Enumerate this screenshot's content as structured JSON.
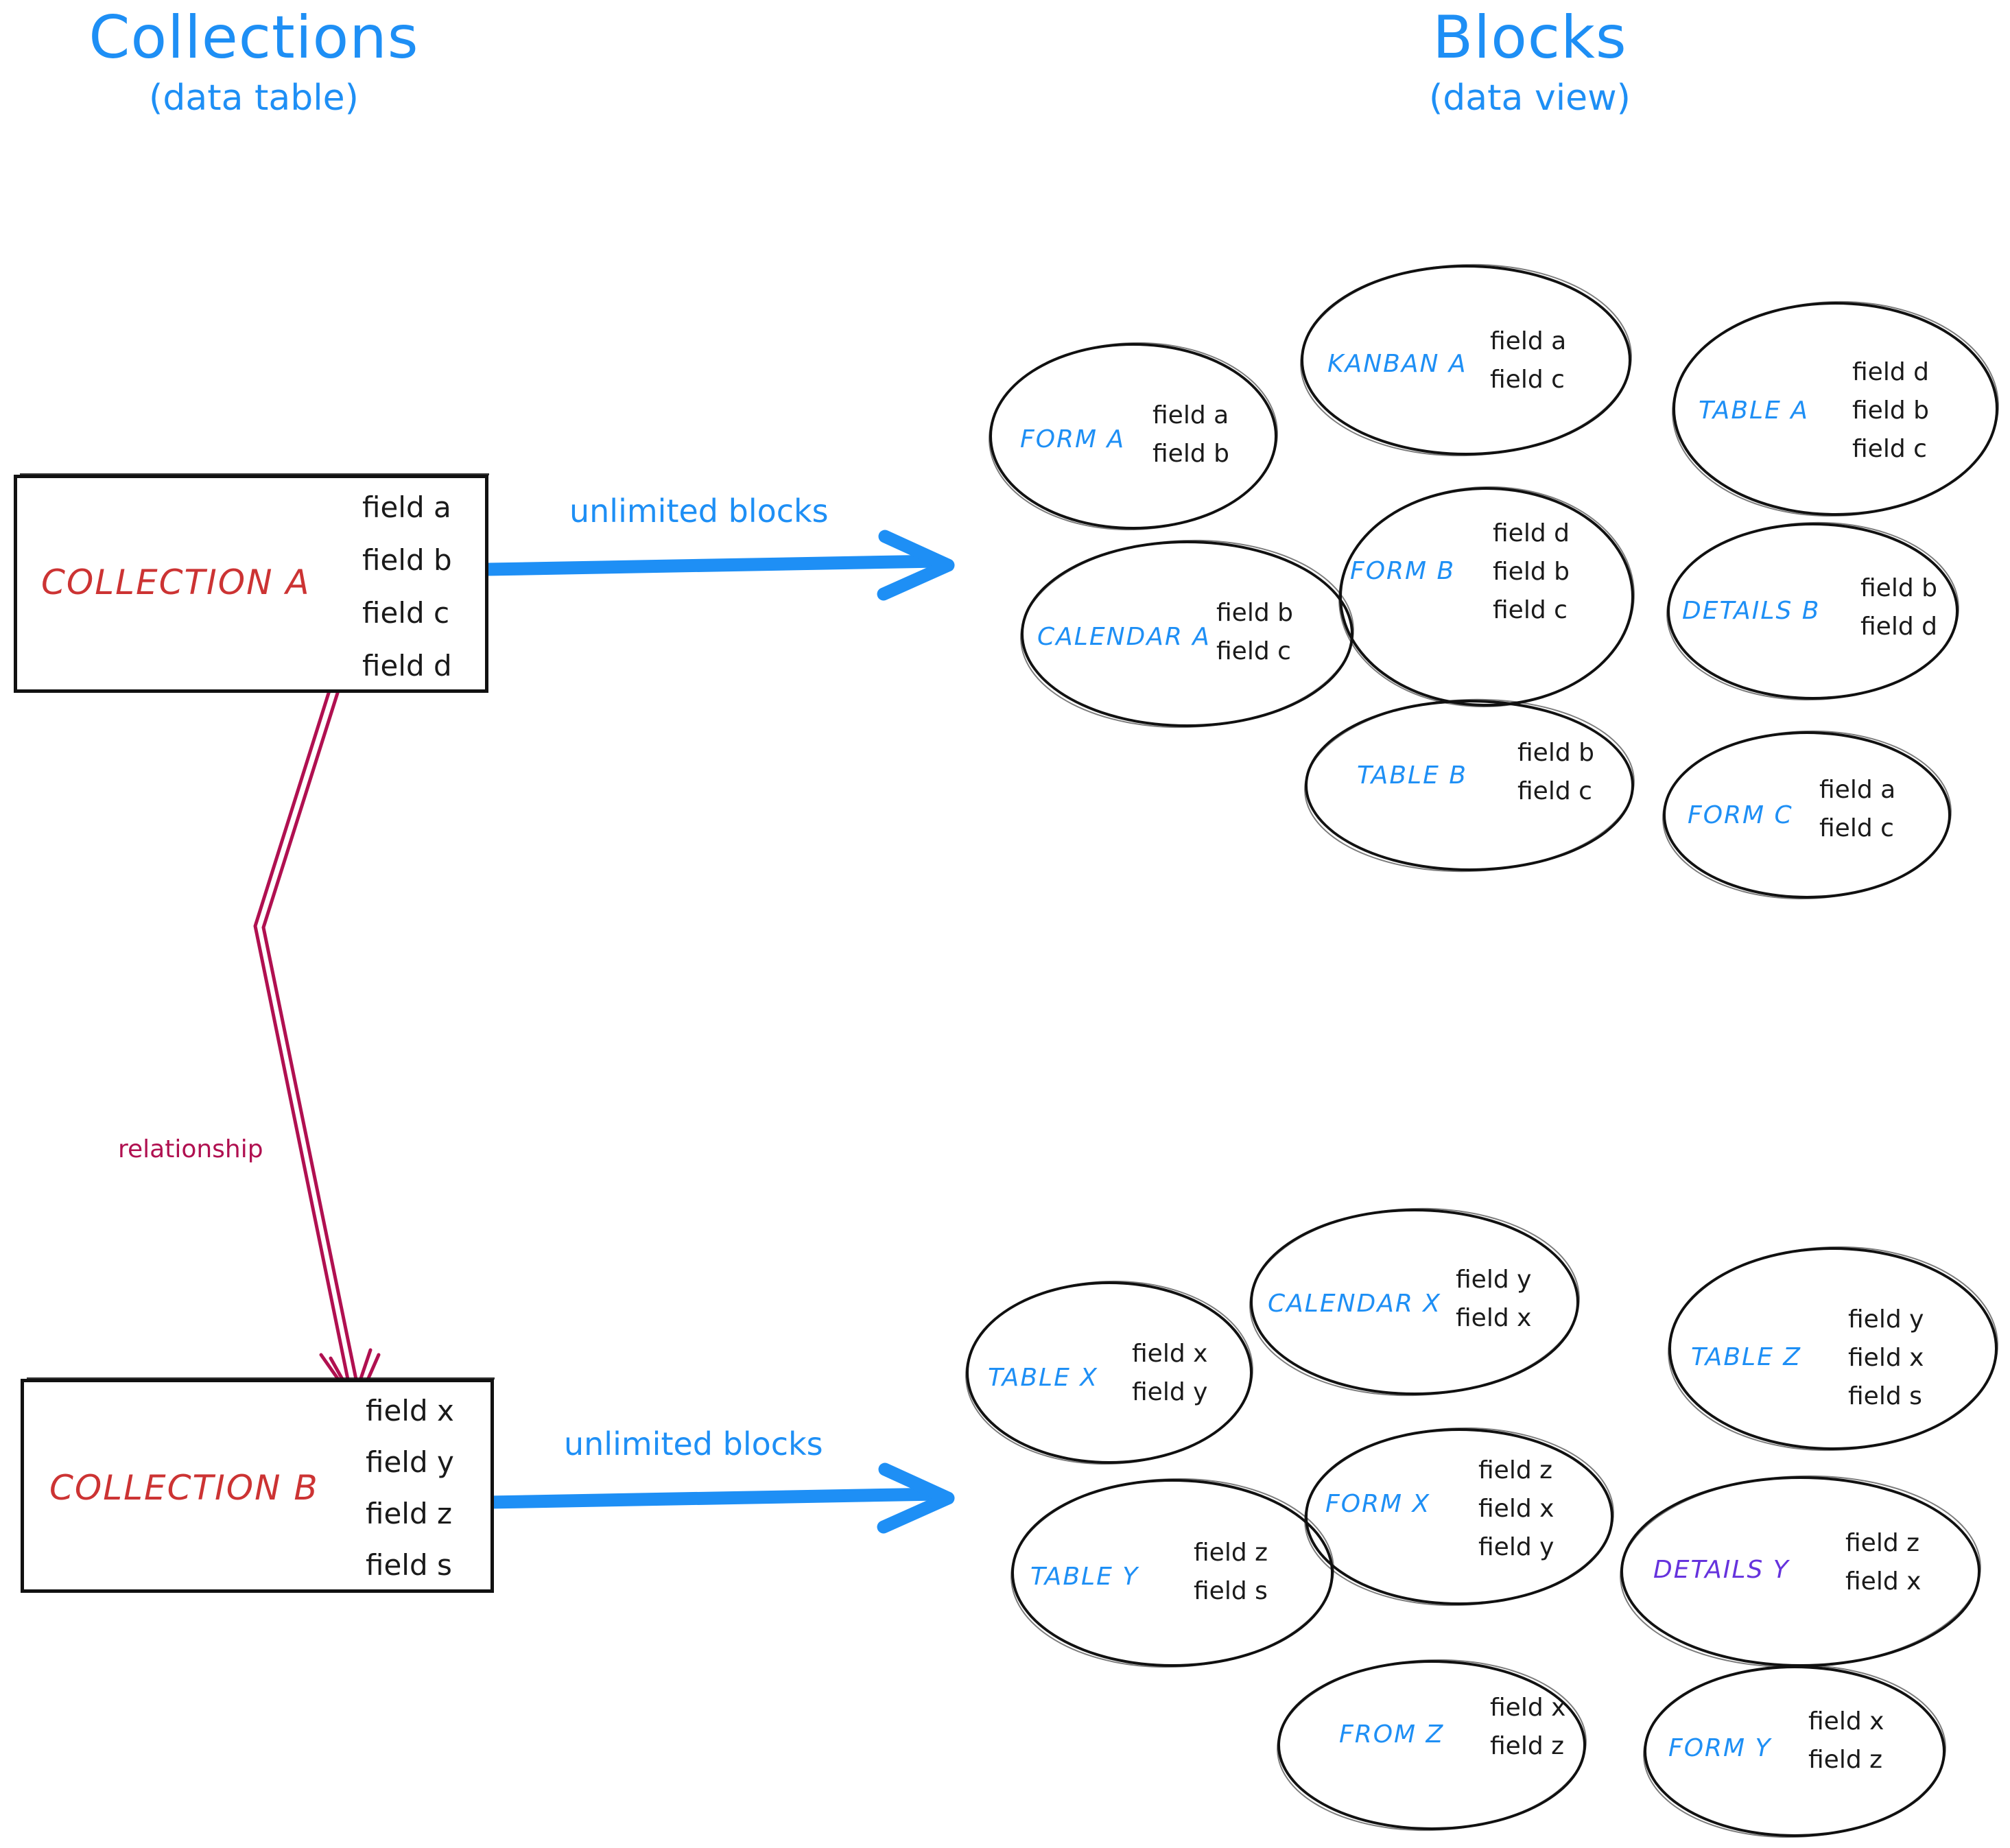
{
  "headings": {
    "left": {
      "title": "Collections",
      "subtitle": "(data table)"
    },
    "right": {
      "title": "Blocks",
      "subtitle": "(data view)"
    }
  },
  "colors": {
    "accent_blue": "#1E8FF5",
    "collection_red": "#CC3333",
    "relationship_crimson": "#B01050",
    "details_y_purple": "#6633DD",
    "ink_black": "#111111"
  },
  "collections": [
    {
      "name": "COLLECTION A",
      "fields": [
        "field a",
        "field b",
        "field c",
        "field d"
      ],
      "arrow_label": "unlimited blocks"
    },
    {
      "name": "COLLECTION B",
      "fields": [
        "field x",
        "field y",
        "field z",
        "field s"
      ],
      "arrow_label": "unlimited blocks"
    }
  ],
  "relationship": {
    "label": "relationship"
  },
  "blocks_top": [
    {
      "name": "FORM A",
      "fields": [
        "field a",
        "field b"
      ],
      "color": "#1E8FF5"
    },
    {
      "name": "KANBAN A",
      "fields": [
        "field a",
        "field c"
      ],
      "color": "#1E8FF5"
    },
    {
      "name": "TABLE A",
      "fields": [
        "field d",
        "field b",
        "field c"
      ],
      "color": "#1E8FF5"
    },
    {
      "name": "CALENDAR A",
      "fields": [
        "field b",
        "field c"
      ],
      "color": "#1E8FF5"
    },
    {
      "name": "FORM B",
      "fields": [
        "field d",
        "field b",
        "field c"
      ],
      "color": "#1E8FF5"
    },
    {
      "name": "DETAILS B",
      "fields": [
        "field b",
        "field d"
      ],
      "color": "#1E8FF5"
    },
    {
      "name": "TABLE B",
      "fields": [
        "field b",
        "field c"
      ],
      "color": "#1E8FF5"
    },
    {
      "name": "FORM C",
      "fields": [
        "field a",
        "field c"
      ],
      "color": "#1E8FF5"
    }
  ],
  "blocks_bottom": [
    {
      "name": "TABLE X",
      "fields": [
        "field x",
        "field y"
      ],
      "color": "#1E8FF5"
    },
    {
      "name": "CALENDAR X",
      "fields": [
        "field y",
        "field x"
      ],
      "color": "#1E8FF5"
    },
    {
      "name": "TABLE Z",
      "fields": [
        "field y",
        "field x",
        "field s"
      ],
      "color": "#1E8FF5"
    },
    {
      "name": "TABLE Y",
      "fields": [
        "field z",
        "field s"
      ],
      "color": "#1E8FF5"
    },
    {
      "name": "FORM X",
      "fields": [
        "field z",
        "field x",
        "field y"
      ],
      "color": "#1E8FF5"
    },
    {
      "name": "DETAILS Y",
      "fields": [
        "field z",
        "field x"
      ],
      "color": "#6633DD"
    },
    {
      "name": "FROM Z",
      "fields": [
        "field x",
        "field z"
      ],
      "color": "#1E8FF5"
    },
    {
      "name": "FORM Y",
      "fields": [
        "field x",
        "field z"
      ],
      "color": "#1E8FF5"
    }
  ]
}
